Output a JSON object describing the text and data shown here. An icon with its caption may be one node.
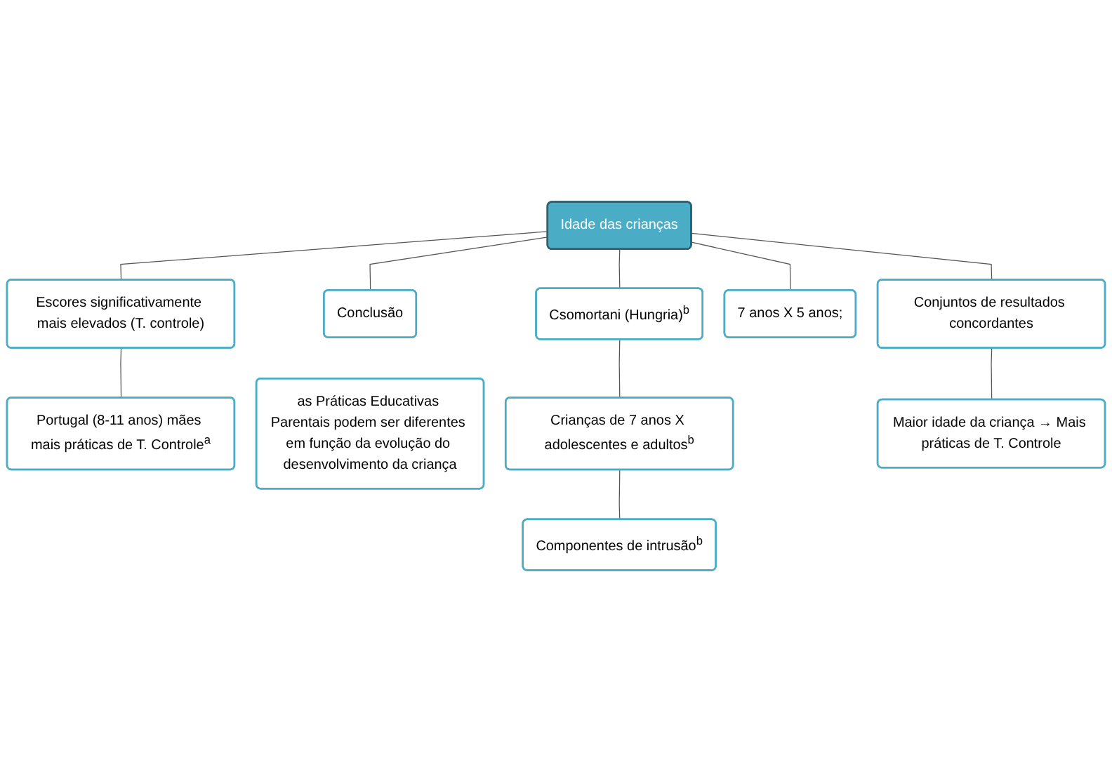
{
  "diagram": {
    "nodes": [
      {
        "text": [
          "Idade das crianças"
        ]
      },
      {
        "text": [
          "Escores significativamente mais elevados (T. controle)"
        ]
      },
      {
        "text": [
          "Portugal (8-11 anos) mães mais práticas de T. Controle$^{a}$"
        ]
      },
      {
        "text": [
          "Conclusão"
        ]
      },
      {
        "text": [
          "as Práticas Educativas Parentais podem ser diferentes em função da evolução do desenvolvimento da criança"
        ]
      },
      {
        "text": [
          "Csomortani (Hungria)$^{b}$"
        ]
      },
      {
        "text": [
          "Crianças de 7 anos X adolescentes e adultos$^{b}$"
        ]
      },
      {
        "text": [
          "Componentes de intrusão$^{b}$"
        ]
      },
      {
        "text": [
          "7 anos X 5 anos;"
        ]
      },
      {
        "text": [
          "Conjuntos de resultados concordantes"
        ]
      },
      {
        "text": [
          "Maior idade da criança → Mais práticas de T. Controle"
        ]
      }
    ],
    "edges": [
      {
        "from": 0,
        "to": 1,
        "arrow": "none"
      },
      {
        "from": 1,
        "to": 2,
        "arrow": "none"
      },
      {
        "from": 0,
        "to": 3,
        "arrow": "none"
      },
      {
        "from": 0,
        "to": 5,
        "arrow": "none"
      },
      {
        "from": 5,
        "to": 6,
        "arrow": "none"
      },
      {
        "from": 6,
        "to": 7,
        "arrow": "none"
      },
      {
        "from": 0,
        "to": 8,
        "arrow": "none"
      },
      {
        "from": 0,
        "to": 9,
        "arrow": "none"
      },
      {
        "from": 9,
        "to": 10,
        "arrow": "none"
      }
    ]
  }
}
